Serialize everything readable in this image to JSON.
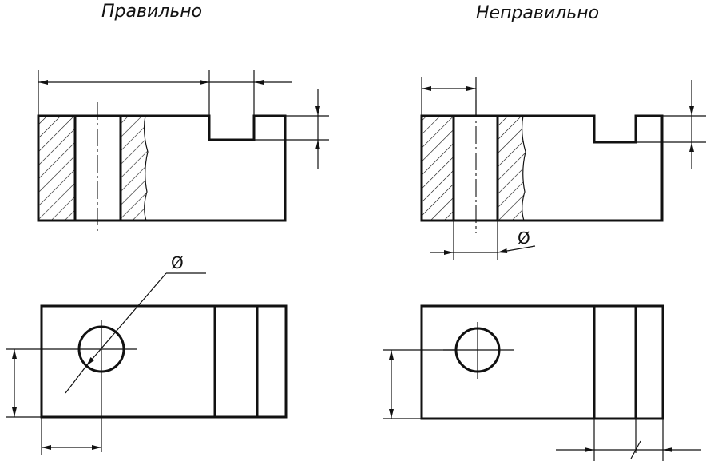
{
  "titles": {
    "correct": "Правильно",
    "incorrect": "Неправильно"
  },
  "diameter_symbol": "Ø",
  "colors": {
    "ink": "#111111",
    "paper": "#ffffff"
  }
}
